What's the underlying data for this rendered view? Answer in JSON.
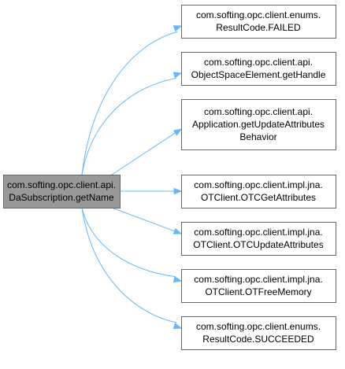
{
  "diagram": {
    "type": "call-graph",
    "colors": {
      "edge": "#63b8ff",
      "root_fill": "#999999",
      "node_fill": "#ffffff",
      "node_border": "#666666",
      "text": "#000000"
    },
    "root": {
      "id": "root",
      "lines": [
        "com.softing.opc.client.api.",
        "DaSubscription.getName"
      ]
    },
    "callees": [
      {
        "id": "n1",
        "lines": [
          "com.softing.opc.client.enums.",
          "ResultCode.FAILED"
        ]
      },
      {
        "id": "n2",
        "lines": [
          "com.softing.opc.client.api.",
          "ObjectSpaceElement.getHandle"
        ]
      },
      {
        "id": "n3",
        "lines": [
          "com.softing.opc.client.api.",
          "Application.getUpdateAttributes",
          "Behavior"
        ]
      },
      {
        "id": "n4",
        "lines": [
          "com.softing.opc.client.impl.jna.",
          "OTClient.OTCGetAttributes"
        ]
      },
      {
        "id": "n5",
        "lines": [
          "com.softing.opc.client.impl.jna.",
          "OTClient.OTCUpdateAttributes"
        ]
      },
      {
        "id": "n6",
        "lines": [
          "com.softing.opc.client.impl.jna.",
          "OTClient.OTFreeMemory"
        ]
      },
      {
        "id": "n7",
        "lines": [
          "com.softing.opc.client.enums.",
          "ResultCode.SUCCEEDED"
        ]
      }
    ]
  }
}
